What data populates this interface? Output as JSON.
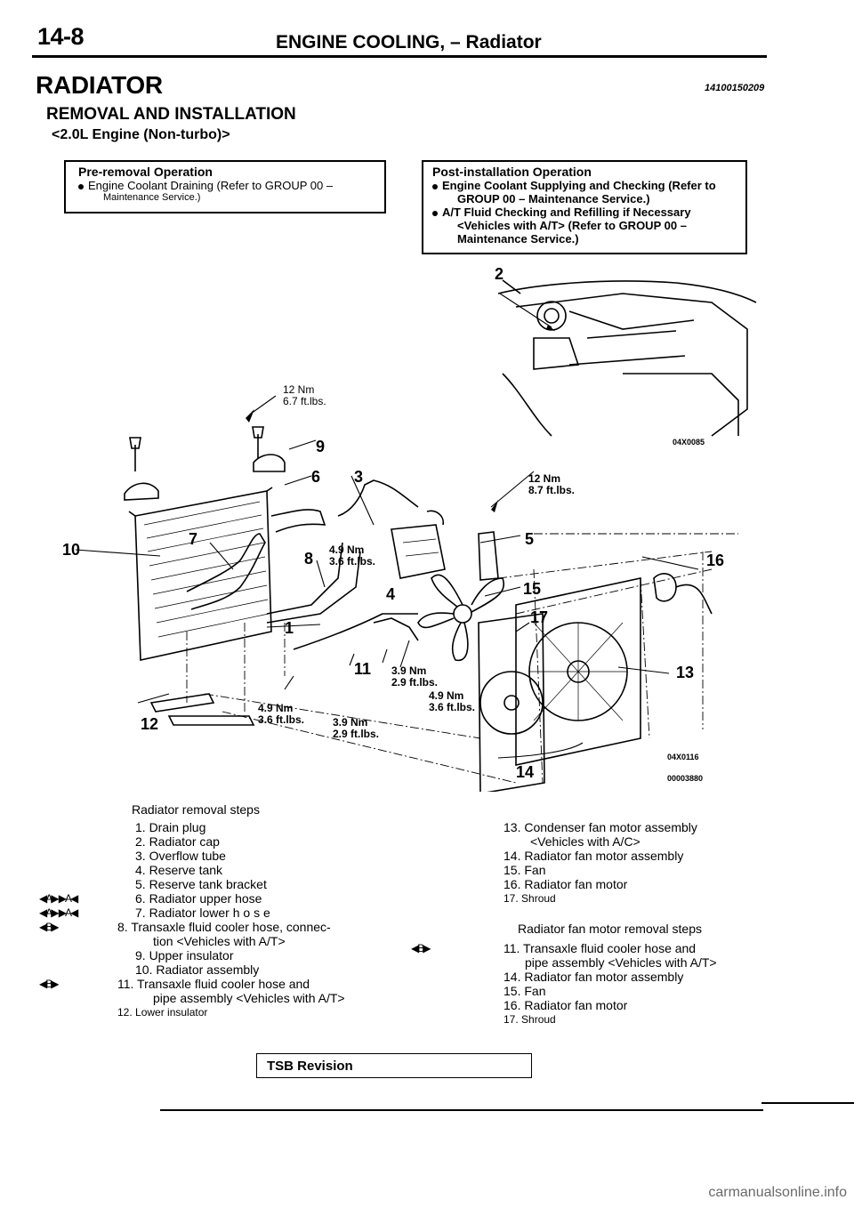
{
  "header": {
    "page_number": "14-8",
    "title": "ENGINE  COOLING,  –  Radiator"
  },
  "section": {
    "title": "RADIATOR",
    "code": "14100150209",
    "subtitle": "REMOVAL  AND  INSTALLATION",
    "engine": "<2.0L  Engine  (Non-turbo)>"
  },
  "pre_removal": {
    "title": "Pre-removal Operation",
    "line1": "Engine Coolant Draining (Refer to GROUP 00  –",
    "line2": "Maintenance   Service.)"
  },
  "post_installation": {
    "title": "Post-installation  Operation",
    "item1_line1": "Engine Coolant Supplying and Checking (Refer to",
    "item1_line2": "GROUP  00  –  Maintenance  Service.)",
    "item2_line1": "A/T  Fluid  Checking  and  Refilling  if  Necessary",
    "item2_line2": "<Vehicles   with   A/T>   (Refer   to   GROUP   00   –",
    "item2_line3": "Maintenance  Service.)"
  },
  "figure": {
    "callouts": [
      "1",
      "2",
      "3",
      "4",
      "5",
      "6",
      "7",
      "8",
      "9",
      "10",
      "11",
      "12",
      "13",
      "14",
      "15",
      "16",
      "17"
    ],
    "torques": {
      "t1": [
        "12 Nm",
        "6.7 ft.lbs."
      ],
      "t2": [
        "12 Nm",
        "8.7 ft.lbs."
      ],
      "t3": [
        "4.9 Nm",
        "3.6 ft.lbs."
      ],
      "t4": [
        "3.9 Nm",
        "2.9 ft.lbs."
      ],
      "t5": [
        "4.9 Nm",
        "3.6 ft.lbs."
      ],
      "t6": [
        "4.9 Nm",
        "3.6 ft.lbs."
      ],
      "t7": [
        "3.9 Nm",
        "2.9 ft.lbs."
      ]
    },
    "code1": "04X0085",
    "code2": "04X0116",
    "code3": "00003880"
  },
  "removal_steps": {
    "title": "Radiator removal steps",
    "items": [
      "1. Drain plug",
      "2. Radiator cap",
      "3. Overflow tube",
      "4. Reserve  tank",
      "5. Reserve tank bracket",
      "6.  Radiator  upper  hose",
      "7.  Radiator lower  h o s e",
      "8. Transaxle fluid cooler hose, connec-",
      "tion <Vehicles with A/T>",
      "9. Upper insulator",
      "10.  Radiator  assembly",
      "11. Transaxle fluid cooler hose and",
      "pipe assembly <Vehicles with A/T>",
      "12.  Lower  insulator"
    ],
    "marks": {
      "m6": "◀A▶ ▶A◀",
      "m7": "◀A▶ ▶A◀",
      "m8": "◀B▶",
      "m11": "◀B▶"
    }
  },
  "right_steps": {
    "items": [
      "13.  Condenser fan motor assembly",
      "<Vehicles   with   A/C>",
      "14.  Radiator fan motor assembly",
      "15.  Fan",
      "16. Radiator fan motor",
      "17.  Shroud"
    ]
  },
  "fan_motor_steps": {
    "title": "Radiator fan motor removal steps",
    "mark": "◀B▶",
    "items": [
      "11. Transaxle fluid cooler hose and",
      "pipe assembly  <Vehicles with A/T>",
      "14. Radiator  fan  motor  assembly",
      "15. Fan",
      "16. Radiator fan motor",
      "17.  Shroud"
    ]
  },
  "footer": {
    "tsb": "TSB  Revision",
    "watermark": "carmanualsonline.info"
  }
}
